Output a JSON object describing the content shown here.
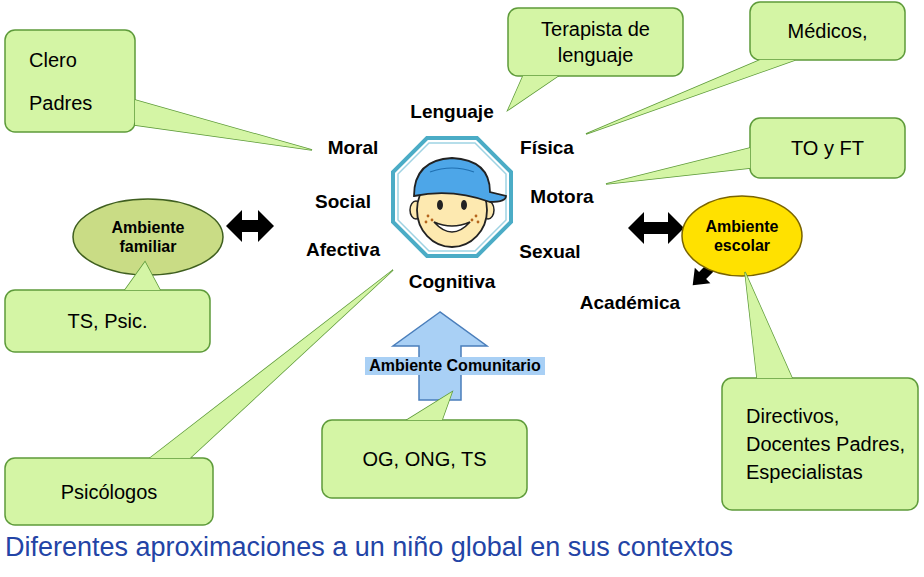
{
  "diagram": {
    "caption": "Diferentes aproximaciones a un niño global en sus contextos",
    "nodes": [
      {
        "text": [
          "Clero",
          "Padres"
        ]
      },
      {
        "text": [
          "Terapista de lenguaje"
        ]
      },
      {
        "text": [
          "Médicos,"
        ]
      },
      {
        "text": [
          "TO y FT"
        ]
      },
      {
        "text": [
          "Ambiente Comunitario"
        ]
      },
      {
        "text": [
          "Ambiente familiar"
        ],
        "in": 4
      },
      {
        "text": [
          "Ambiente escolar"
        ],
        "in": 4
      },
      {
        "text": [
          "TS, Psic."
        ]
      },
      {
        "text": [
          "Psicólogos"
        ]
      },
      {
        "text": [
          "OG, ONG, TS"
        ]
      },
      {
        "text": [
          "Directivos, Docentes Padres, Especialistas"
        ]
      }
    ],
    "labels": [
      "Lenguaje",
      "Moral",
      "Física",
      "Social",
      "Motora",
      "Afectiva",
      "Sexual",
      "Cognitiva",
      "Académica"
    ]
  }
}
